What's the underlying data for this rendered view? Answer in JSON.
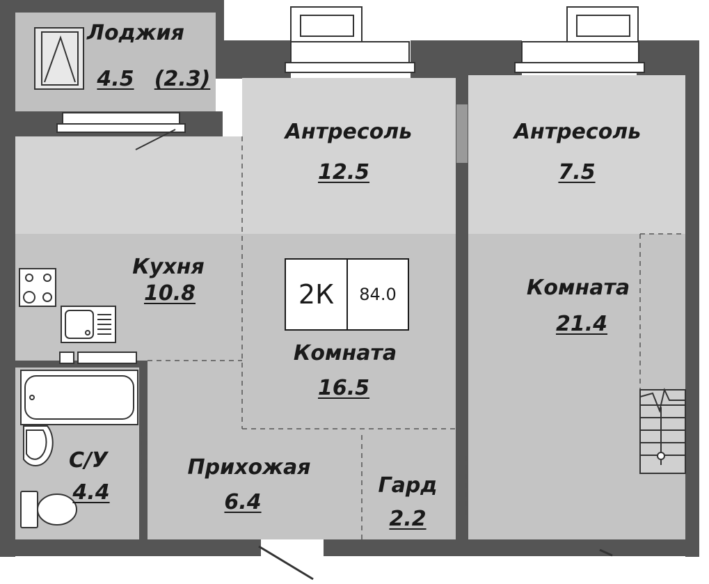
{
  "colors": {
    "wall": "#555555",
    "room_fill": "#c4c4c4",
    "mezzanine_fill": "#d4d4d4",
    "loggia_fill": "#c0c0c0",
    "text": "#1a1a1a"
  },
  "apartment": {
    "type": "2К",
    "total_area": "84.0"
  },
  "rooms": {
    "loggia": {
      "name": "Лоджия",
      "area": "4.5",
      "area_alt": "(2.3)"
    },
    "mezzanine_left": {
      "name": "Антресоль",
      "area": "12.5"
    },
    "mezzanine_right": {
      "name": "Антресоль",
      "area": "7.5"
    },
    "kitchen": {
      "name": "Кухня",
      "area": "10.8"
    },
    "room_center": {
      "name": "Комната",
      "area": "16.5"
    },
    "room_right": {
      "name": "Комната",
      "area": "21.4"
    },
    "bathroom": {
      "name": "С/У",
      "area": "4.4"
    },
    "hallway": {
      "name": "Прихожая",
      "area": "6.4"
    },
    "wardrobe": {
      "name": "Гард",
      "area": "2.2"
    }
  },
  "icons": {
    "stove": "stove-icon",
    "sink": "sink-icon",
    "bathtub": "bathtub-icon",
    "washbasin": "washbasin-icon",
    "toilet": "toilet-icon",
    "stairs": "stairs-icon",
    "door_swing": "door-icon"
  }
}
